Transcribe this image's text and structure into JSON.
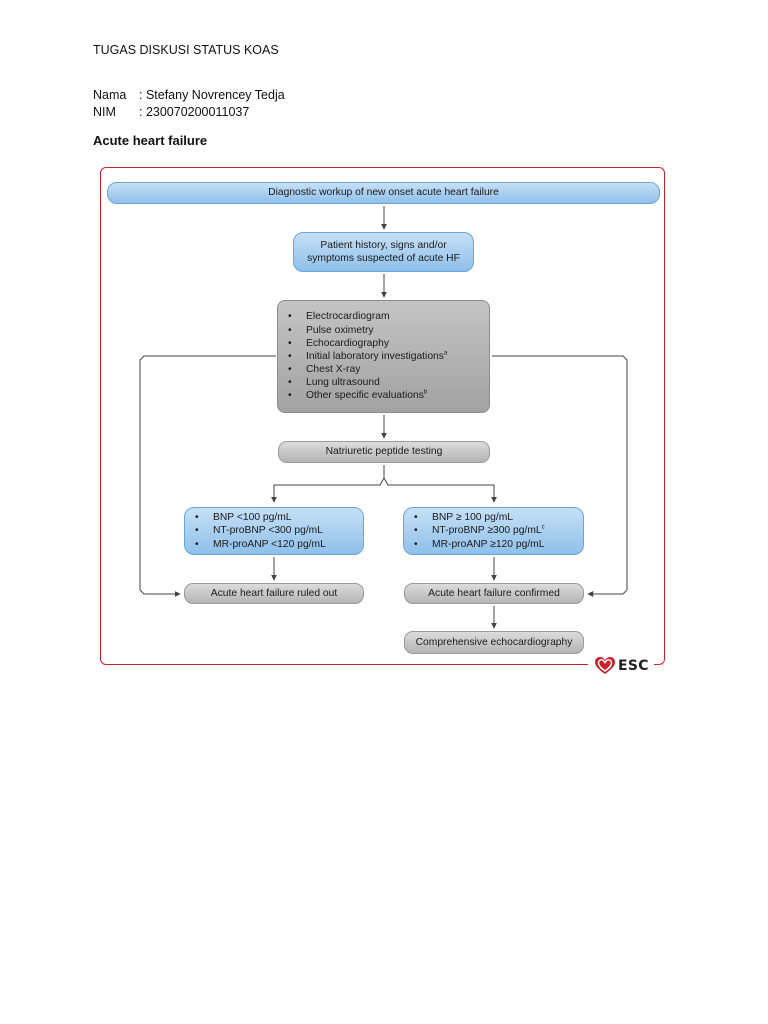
{
  "document": {
    "title": "TUGAS DISKUSI STATUS KOAS",
    "name_label": "Nama",
    "name_value": ": Stefany Novrencey Tedja",
    "nim_label": "NIM",
    "nim_value": ": 230070200011037",
    "heading": "Acute heart failure"
  },
  "flowchart": {
    "top": "Diagnostic workup of new onset acute heart failure",
    "history": [
      "Patient history, signs and/or",
      "symptoms suspected of acute HF"
    ],
    "tests": [
      {
        "text": "Electrocardiogram",
        "sup": ""
      },
      {
        "text": "Pulse oximetry",
        "sup": ""
      },
      {
        "text": "Echocardiography",
        "sup": ""
      },
      {
        "text": "Initial laboratory investigations",
        "sup": "a"
      },
      {
        "text": "Chest X-ray",
        "sup": ""
      },
      {
        "text": "Lung ultrasound",
        "sup": ""
      },
      {
        "text": "Other specific evaluations",
        "sup": "b"
      }
    ],
    "peptide": "Natriuretic peptide testing",
    "low_values": [
      "BNP <100 pg/mL",
      "NT-proBNP <300 pg/mL",
      "MR-proANP <120 pg/mL"
    ],
    "high_values": [
      {
        "text": "BNP ≥ 100 pg/mL",
        "sup": ""
      },
      {
        "text": "NT-proBNP ≥300 pg/mL",
        "sup": "c"
      },
      {
        "text": "MR-proANP ≥120 pg/mL",
        "sup": ""
      }
    ],
    "ruled_out": "Acute heart failure ruled out",
    "confirmed": "Acute heart failure confirmed",
    "echo": "Comprehensive echocardiography"
  },
  "logo": {
    "text": "ESC",
    "heart_color": "#c8232c"
  },
  "colors": {
    "frame": "#c8232c",
    "blue_box": "#a9d0f0",
    "grey_box": "#c4c4c4",
    "arrow": "#444444"
  }
}
